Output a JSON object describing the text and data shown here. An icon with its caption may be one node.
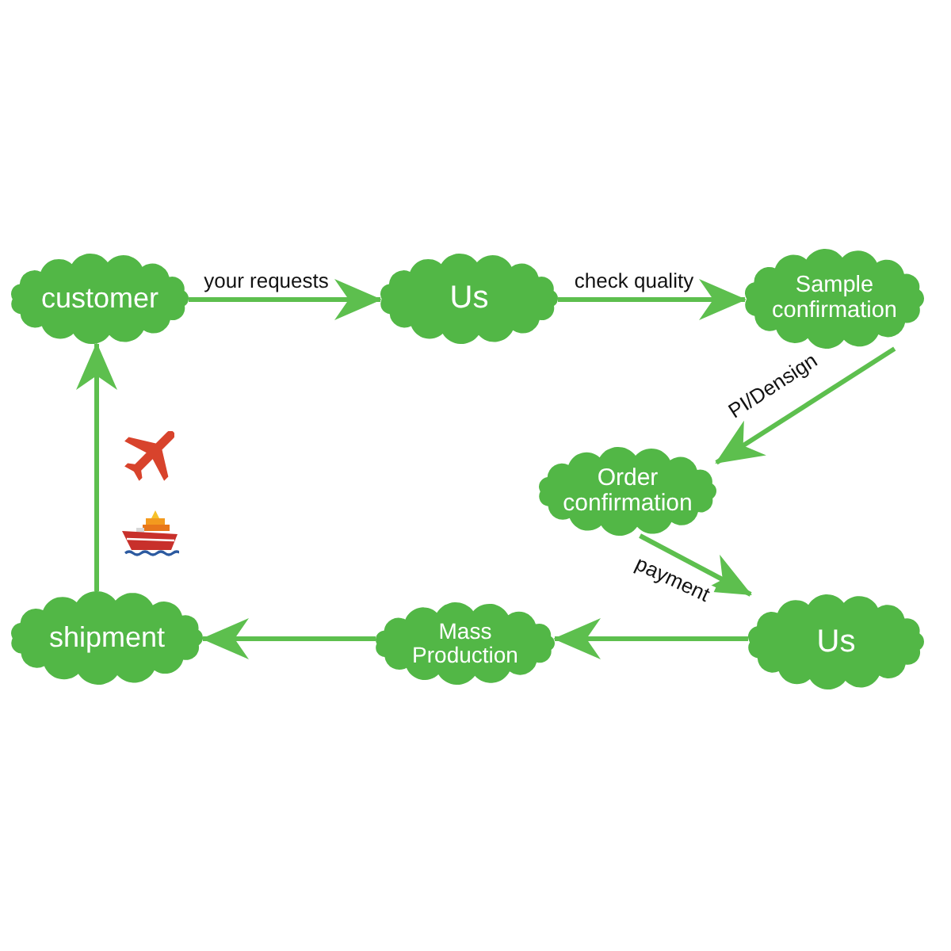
{
  "diagram": {
    "nodes": [
      {
        "text": [
          "customer"
        ]
      },
      {
        "text": [
          "Us"
        ]
      },
      {
        "text": [
          "Sample confirmation"
        ]
      },
      {
        "text": [
          "Order confirmation"
        ]
      },
      {
        "text": [
          "Us"
        ]
      },
      {
        "text": [
          "Mass Production"
        ]
      },
      {
        "text": [
          "shipment"
        ]
      }
    ],
    "edges": [
      {
        "from": 0,
        "to": 1,
        "arrow": "to",
        "label": "your requests"
      },
      {
        "from": 1,
        "to": 2,
        "arrow": "to",
        "label": "check quality"
      },
      {
        "from": 2,
        "to": 3,
        "arrow": "to",
        "label": "PI/Densign"
      },
      {
        "from": 3,
        "to": 4,
        "arrow": "to",
        "label": "payment"
      },
      {
        "from": 4,
        "to": 5,
        "arrow": "to"
      },
      {
        "from": 5,
        "to": 6,
        "arrow": "to"
      },
      {
        "from": 6,
        "to": 0,
        "arrow": "to"
      }
    ]
  }
}
